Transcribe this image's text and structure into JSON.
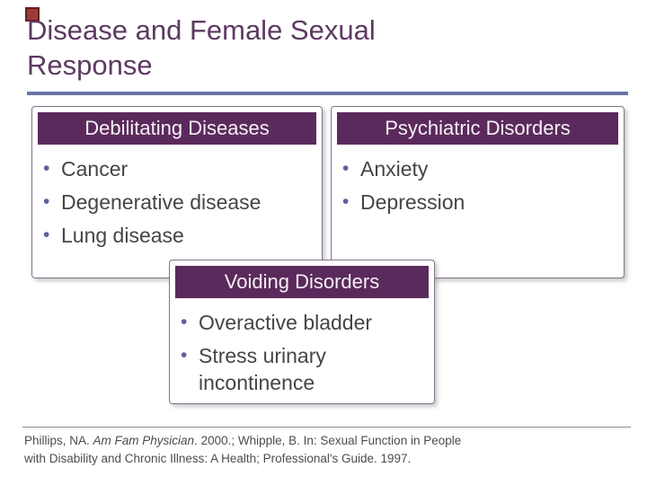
{
  "title": "Disease and Female Sexual Response",
  "icons": {
    "bullet": "•"
  },
  "colors": {
    "title-color": "#5d3a62",
    "underline-color": "#6a74a6",
    "header-bg": "#5b2a5c",
    "header-text": "#f6f0f6",
    "box-border": "#84738a",
    "body-text": "#454545",
    "bullet-color": "#5f5f9f",
    "accent-square-fill": "#9e3b38",
    "accent-square-border": "#641d1d",
    "footer-text": "#4c4c4c",
    "divider-color": "#8f8f8f"
  },
  "boxes": [
    {
      "header": "Debilitating Diseases",
      "items": [
        "Cancer",
        "Degenerative disease",
        "Lung disease"
      ]
    },
    {
      "header": "Psychiatric Disorders",
      "items": [
        "Anxiety",
        "Depression"
      ]
    },
    {
      "header": "Voiding Disorders",
      "items": [
        "Overactive bladder",
        "Stress urinary incontinence"
      ]
    }
  ],
  "footer": {
    "line1_pre": "Phillips, NA. ",
    "line1_italic": "Am Fam Physician",
    "line1_post": ". 2000.; Whipple, B. In: Sexual Function in People",
    "line2": "with Disability and Chronic Illness: A Health; Professional's Guide. 1997."
  }
}
